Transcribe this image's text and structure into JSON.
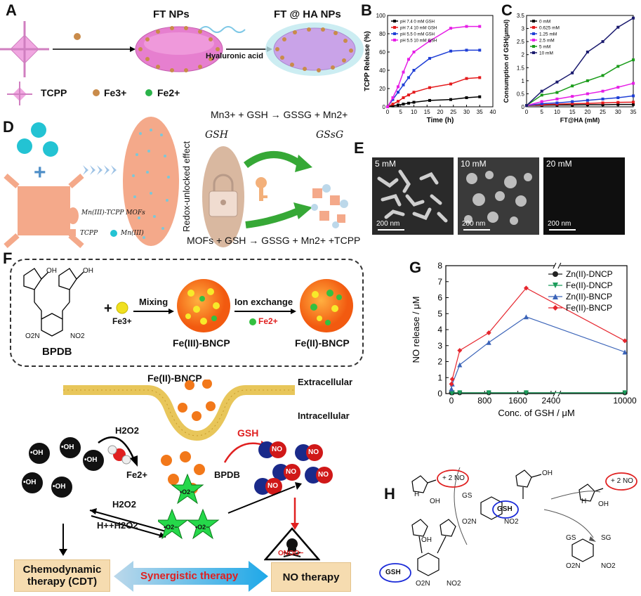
{
  "panels": {
    "A": {
      "label": "A",
      "ft_nps": "FT NPs",
      "ft_ha_nps": "FT @ HA NPs",
      "arrow_label": "Hyaluronic acid",
      "legend": [
        "TCPP",
        "Fe3+",
        "Fe2+"
      ]
    },
    "D": {
      "label": "D",
      "eq_top": "Mn3+ + GSH → GSSG + Mn2+",
      "gsh": "GSH",
      "gssg": "GSsG",
      "vertical": "Redox-unlocked effect",
      "mof_label": "Mn(III)-TCPP MOFs",
      "tcpp_label": "TCPP",
      "mn_label": "Mn(III)",
      "eq_bottom": "MOFs + GSH → GSSG + Mn2+ +TCPP"
    },
    "E": {
      "label": "E",
      "images": [
        {
          "label": "5 mM",
          "scale": "200 nm"
        },
        {
          "label": "10 mM",
          "scale": "200 nm"
        },
        {
          "label": "20 mM",
          "scale": "200 nm"
        }
      ]
    },
    "F": {
      "label": "F",
      "bpdb": "BPDB",
      "fe3": "Fe3+",
      "mixing": "Mixing",
      "fe3_bncp": "Fe(III)-BNCP",
      "ion_exchange": "Ion exchange",
      "fe2_ex": "Fe2+",
      "fe2_bncp": "Fe(II)-BNCP",
      "fe2_bncp_top": "Fe(II)-BNCP",
      "extracellular": "Extracellular",
      "intracellular": "Intracellular",
      "h2o2": "H2O2",
      "fe2": "Fe2+",
      "gsh": "GSH",
      "bpdb_2": "BPDB",
      "oh": "•OH",
      "no": "NO",
      "o2": "•O2−",
      "h2o2_b": "H2O2",
      "hplus": "H++H2O2",
      "onoo": "ONOO−",
      "cdt": "Chemodynamic therapy (CDT)",
      "synergy": "Synergistic therapy",
      "no_therapy": "NO therapy",
      "struct_labels": [
        "OH",
        "OH",
        "O2N",
        "NO2"
      ]
    },
    "H": {
      "label": "H",
      "labels": [
        "+ 2 NO",
        "+ 2 NO",
        "GSH",
        "GSH",
        "GS",
        "SG",
        "GS",
        "O2N",
        "NO2",
        "O2N",
        "NO2",
        "O2N",
        "NO2",
        "OH",
        "OH",
        "OH",
        "OH",
        "H",
        "H"
      ]
    }
  },
  "chart_data": [
    {
      "id": "B",
      "label": "B",
      "type": "line",
      "xlabel": "Time (h)",
      "ylabel": "TCPP Release (%)",
      "xlim": [
        0,
        40
      ],
      "ylim": [
        0,
        100
      ],
      "xticks": [
        0,
        5,
        10,
        15,
        20,
        25,
        30,
        35,
        40
      ],
      "yticks": [
        0,
        20,
        40,
        60,
        80,
        100
      ],
      "legend_position": "top-left",
      "x": [
        0,
        2,
        4,
        6,
        8,
        10,
        16,
        24,
        30,
        35
      ],
      "series": [
        {
          "name": "pH 7.4 0 mM GSH",
          "color": "#000000",
          "values": [
            0,
            1,
            2,
            3,
            4,
            5,
            7,
            8,
            10,
            11
          ]
        },
        {
          "name": "pH 7.4 10 mM GSH",
          "color": "#e41a1c",
          "values": [
            0,
            3,
            6,
            10,
            13,
            16,
            21,
            25,
            31,
            32
          ]
        },
        {
          "name": "pH 5.5 0 mM GSH",
          "color": "#1f3fd6",
          "values": [
            0,
            8,
            16,
            24,
            32,
            40,
            53,
            61,
            62,
            62
          ]
        },
        {
          "name": "pH 5.5 10 mM GSH",
          "color": "#e61ee6",
          "values": [
            0,
            10,
            22,
            38,
            52,
            60,
            72,
            86,
            88,
            88
          ]
        }
      ]
    },
    {
      "id": "C",
      "label": "C",
      "type": "line",
      "xlabel": "FT@HA (mM)",
      "ylabel": "Consumption of GSH(μmol)",
      "xlim": [
        0,
        35
      ],
      "ylim": [
        0,
        3.5
      ],
      "xticks": [
        0,
        5,
        10,
        15,
        20,
        25,
        30,
        35
      ],
      "yticks": [
        0,
        0.5,
        1.0,
        1.5,
        2.0,
        2.5,
        3.0,
        3.5
      ],
      "legend_position": "top-left",
      "x": [
        0,
        5,
        10,
        15,
        20,
        25,
        30,
        35
      ],
      "series": [
        {
          "name": "0 mM",
          "color": "#000000",
          "values": [
            0.05,
            0.06,
            0.07,
            0.07,
            0.08,
            0.08,
            0.09,
            0.09
          ]
        },
        {
          "name": "0.625 mM",
          "color": "#e41a1c",
          "values": [
            0.05,
            0.08,
            0.1,
            0.12,
            0.13,
            0.15,
            0.17,
            0.18
          ]
        },
        {
          "name": "1.25 mM",
          "color": "#1f3fd6",
          "values": [
            0.05,
            0.12,
            0.15,
            0.2,
            0.25,
            0.3,
            0.35,
            0.42
          ]
        },
        {
          "name": "2.5 mM",
          "color": "#e61ee6",
          "values": [
            0.05,
            0.2,
            0.3,
            0.4,
            0.5,
            0.6,
            0.75,
            0.9
          ]
        },
        {
          "name": "5 mM",
          "color": "#1a9c1a",
          "values": [
            0.05,
            0.45,
            0.55,
            0.8,
            1.0,
            1.2,
            1.55,
            1.8
          ]
        },
        {
          "name": "10 mM",
          "color": "#1a1a6e",
          "values": [
            0.05,
            0.6,
            0.95,
            1.3,
            2.1,
            2.5,
            3.05,
            3.4
          ]
        }
      ]
    },
    {
      "id": "G",
      "label": "G",
      "type": "line",
      "xlabel": "Conc. of GSH / μM",
      "ylabel": "NO release / μM",
      "ylim": [
        0,
        8
      ],
      "yticks": [
        0,
        1,
        2,
        3,
        4,
        5,
        6,
        7,
        8
      ],
      "xtick_labels": [
        "0",
        "800",
        "1600",
        "2400",
        "10000"
      ],
      "legend_position": "top-right",
      "x": [
        0,
        20,
        200,
        900,
        1800,
        10000
      ],
      "series": [
        {
          "name": "Zn(II)-DNCP",
          "color": "#222222",
          "values": [
            0.05,
            0.05,
            0.05,
            0.05,
            0.05,
            0.05
          ]
        },
        {
          "name": "Fe(II)-DNCP",
          "color": "#1a9c5a",
          "values": [
            0.05,
            0.05,
            0.05,
            0.05,
            0.05,
            0.05
          ]
        },
        {
          "name": "Zn(II)-BNCP",
          "color": "#3a63b8",
          "values": [
            0.3,
            0.6,
            1.8,
            3.2,
            4.8,
            2.6
          ]
        },
        {
          "name": "Fe(II)-BNCP",
          "color": "#e6262e",
          "values": [
            0.6,
            0.9,
            2.7,
            3.8,
            6.6,
            3.3
          ]
        }
      ]
    }
  ]
}
